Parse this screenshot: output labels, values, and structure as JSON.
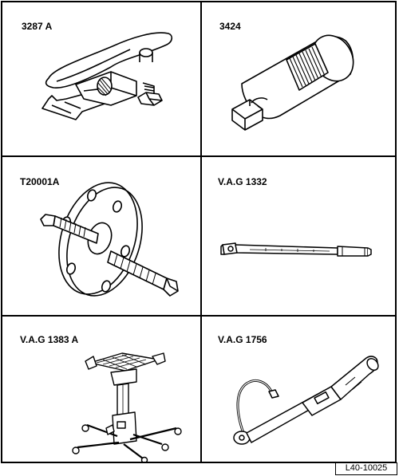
{
  "tools": [
    {
      "label": "3287 A",
      "icon": "ball-joint-puller-icon"
    },
    {
      "label": "3424",
      "icon": "socket-adapter-icon"
    },
    {
      "label": "T20001A",
      "icon": "spindle-puller-icon"
    },
    {
      "label": "V.A.G 1332",
      "icon": "torque-wrench-icon"
    },
    {
      "label": "V.A.G 1383 A",
      "icon": "transmission-jack-icon"
    },
    {
      "label": "V.A.G 1756",
      "icon": "torque-wrench-with-cable-icon"
    }
  ],
  "figure_ref": "L40-10025"
}
